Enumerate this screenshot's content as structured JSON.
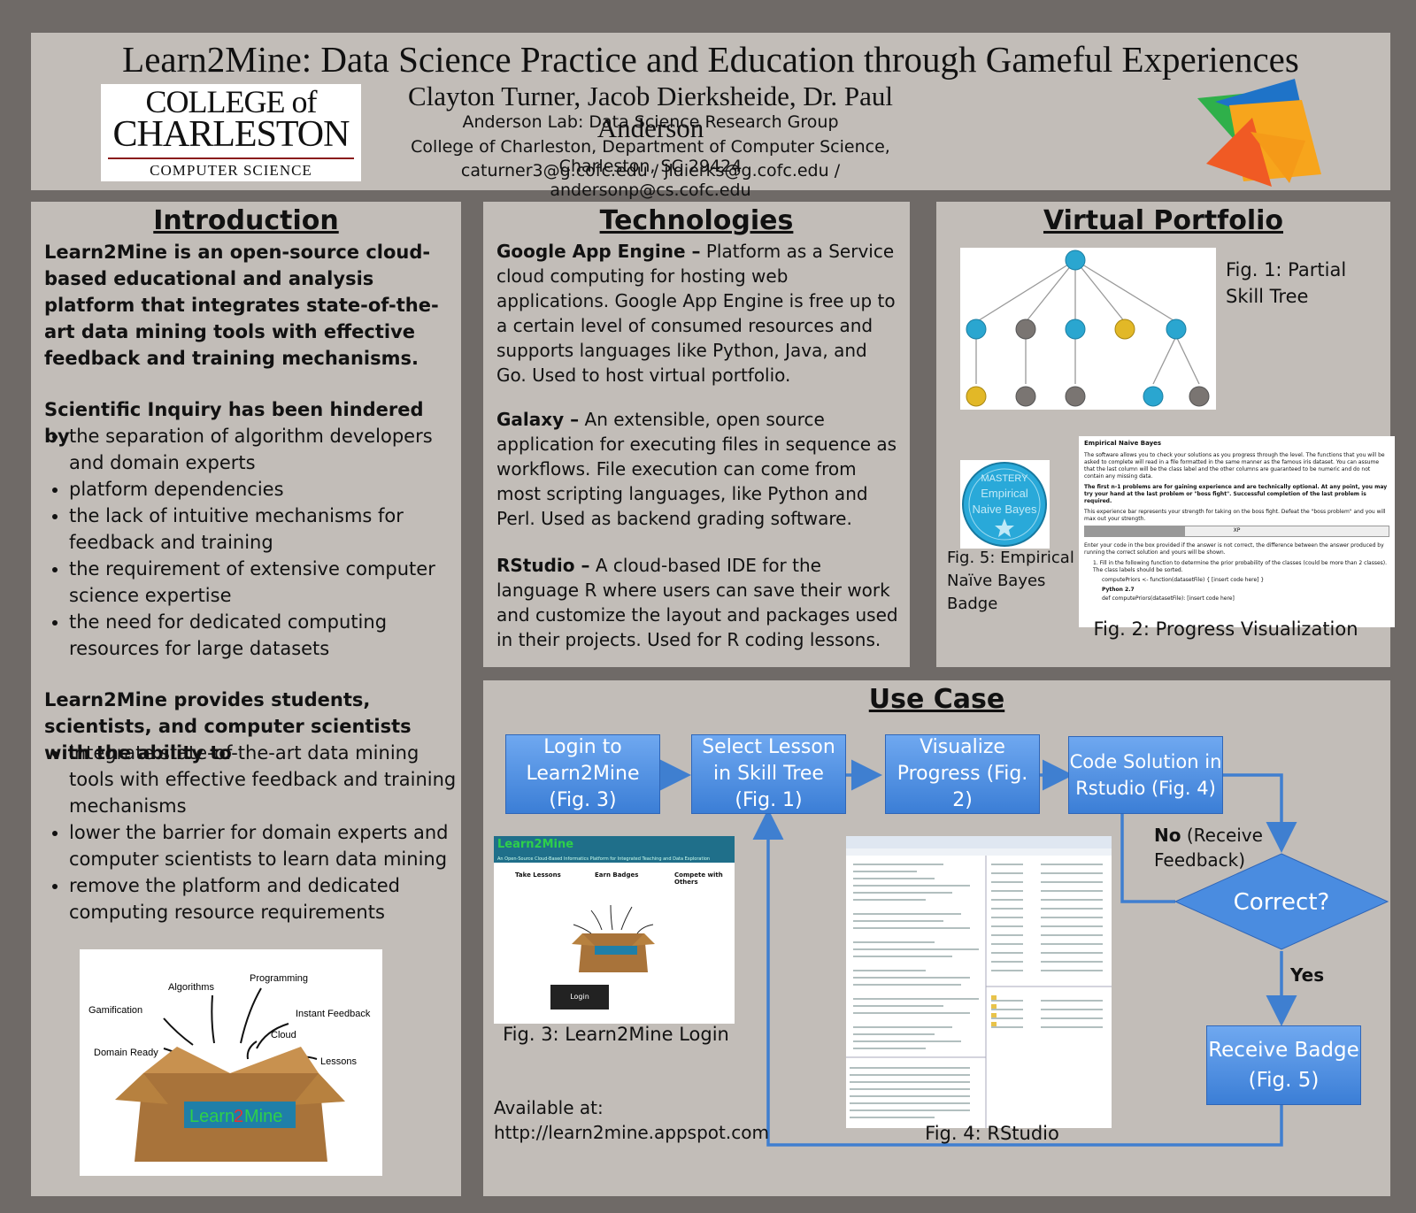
{
  "header": {
    "title": "Learn2Mine: Data Science Practice and Education through Gameful Experiences",
    "authors": "Clayton Turner, Jacob Dierksheide, Dr. Paul Anderson",
    "lab": "Anderson Lab: Data Science Research Group",
    "affiliation": "College of Charleston, Department of Computer Science, Charleston, SC 29424",
    "emails": "caturner3@g.cofc.edu / jldierks@g.cofc.edu / andersonp@cs.cofc.edu",
    "logo": {
      "line1": "COLLEGE of",
      "line2": "CHARLESTON",
      "line3": "COMPUTER SCIENCE"
    }
  },
  "introduction": {
    "title": "Introduction",
    "lead": "Learn2Mine is an open-source cloud-based educational and analysis platform that integrates state-of-the-art data mining tools with effective feedback and training mechanisms.",
    "hindered_heading": "Scientific Inquiry has been hindered by",
    "hindered_items": [
      "the separation of algorithm developers and domain experts",
      "platform dependencies",
      "the lack of intuitive mechanisms for feedback and training",
      "the requirement of extensive computer science expertise",
      "the need for dedicated computing resources for large datasets"
    ],
    "provides_heading": "Learn2Mine provides students, scientists, and computer scientists with the ability to",
    "provides_items": [
      "integrate state-of-the-art data mining tools with effective feedback and training mechanisms",
      "lower the barrier for domain experts and computer scientists to learn data mining",
      "remove the platform and dedicated computing resource requirements"
    ],
    "graphic": {
      "labels": [
        "Algorithms",
        "Programming",
        "Gamification",
        "Instant Feedback",
        "Cloud",
        "Domain Ready",
        "Lessons"
      ],
      "box_text_a": "Learn",
      "box_text_b": "2",
      "box_text_c": "Mine"
    }
  },
  "technologies": {
    "title": "Technologies",
    "items": [
      {
        "name": "Google App Engine –",
        "text": " Platform as a Service cloud computing for hosting web applications. Google App Engine is free up to a certain level of consumed resources and supports languages like Python, Java, and Go. Used to host virtual portfolio."
      },
      {
        "name": "Galaxy –",
        "text": " An extensible, open source application for executing files in sequence as workflows. File execution can come from most scripting languages, like Python and Perl. Used as backend grading software."
      },
      {
        "name": "RStudio –",
        "text": " A cloud-based IDE for the language R where users can save their work and customize the layout and packages used in their projects. Used for R coding lessons."
      }
    ]
  },
  "portfolio": {
    "title": "Virtual Portfolio",
    "fig1": "Fig. 1: Partial Skill Tree",
    "fig5": "Fig. 5: Empirical Naïve Bayes Badge",
    "fig2": "Fig. 2: Progress Visualization",
    "badge": {
      "top": "MASTERY",
      "mid": "Empirical",
      "bottom": "Naive Bayes"
    },
    "progress": {
      "heading": "Empirical Naive Bayes",
      "p1": "The software allows you to check your solutions as you progress through the level. The functions that you will be asked to complete will read in a file formatted in the same manner as the famous iris dataset. You can assume that the last column will be the class label and the other columns are guaranteed to be numeric and do not contain any missing data.",
      "p2": "The first n-1 problems are for gaining experience and are technically optional. At any point, you may try your hand at the last problem or \"boss fight\". Successful completion of the last problem is required.",
      "p3": "This experience bar represents your strength for taking on the boss fight. Defeat the \"boss problem\" and you will max out your strength.",
      "xp": "XP",
      "p4": "Enter your code in the box provided if the answer is not correct, the difference between the answer produced by running the correct solution and yours will be shown.",
      "p5": "1. Fill in the following function to determine the prior probability of the classes (could be more than 2 classes). The class labels should be sorted.",
      "p6": "computePriors <- function(datasetFile) { [insert code here] }",
      "p7": "Python 2.7",
      "p8": "def computePriors(datasetFile): [insert code here]"
    }
  },
  "usecase": {
    "title": "Use Case",
    "steps": [
      "Login to Learn2Mine (Fig. 3)",
      "Select Lesson in Skill Tree (Fig. 1)",
      "Visualize Progress (Fig. 2)",
      "Code Solution in Rstudio (Fig. 4)"
    ],
    "decision": "Correct?",
    "no_label_bold": "No",
    "no_label_rest": " (Receive Feedback)",
    "yes_label": "Yes",
    "receive": "Receive Badge (Fig. 5)",
    "fig3": "Fig. 3: Learn2Mine Login",
    "fig4": "Fig. 4: RStudio",
    "available_label": "Available at:",
    "available_url": "http://learn2mine.appspot.com",
    "login_shot": {
      "brand": "Learn2Mine",
      "tagline": "An Open-Source Cloud-Based Informatics Platform for Integrated Teaching and Data Exploration",
      "col1": "Take Lessons",
      "col2": "Earn Badges",
      "col3": "Compete with Others",
      "button": "Login"
    }
  },
  "colors": {
    "page_bg": "#6f6a67",
    "panel_bg": "#c2bdb8",
    "flow_blue": "#4a8ce0",
    "arrow_blue": "#3f7fd0",
    "node_teal": "#2aa6d0",
    "node_gray": "#7a7572",
    "node_gold": "#e2b827"
  }
}
